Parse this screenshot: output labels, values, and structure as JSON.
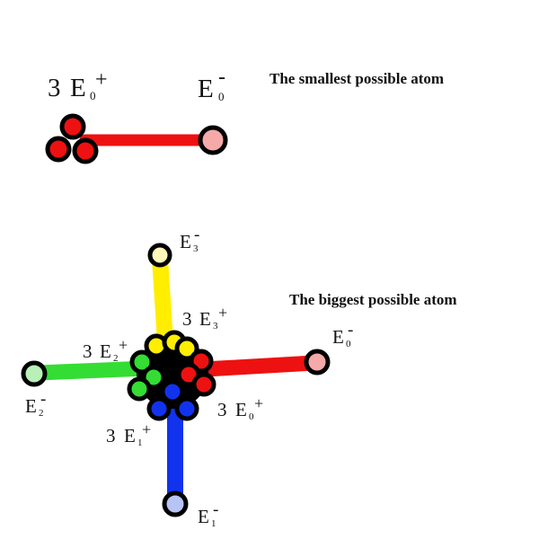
{
  "colors": {
    "red": "#ee1111",
    "pink": "#f5a9a9",
    "yellow": "#ffee00",
    "pale_yellow": "#fff6b8",
    "green": "#33dd33",
    "pale_green": "#b8f0b8",
    "blue": "#1133ee",
    "pale_blue": "#b8c4f5",
    "outline": "#000000"
  },
  "small_atom": {
    "title": "The smallest possible atom",
    "nucleus_label": {
      "coef": "3",
      "base": "E",
      "sub": "0",
      "sup": "+"
    },
    "electron_label": {
      "base": "E",
      "sub": "0",
      "sup": "-"
    }
  },
  "big_atom": {
    "title": "The biggest possible atom",
    "arms": [
      {
        "id": "yellow",
        "nucleus_label": {
          "coef": "3",
          "base": "E",
          "sub": "3",
          "sup": "+"
        },
        "electron_label": {
          "base": "E",
          "sub": "3",
          "sup": "-"
        }
      },
      {
        "id": "green",
        "nucleus_label": {
          "coef": "3",
          "base": "E",
          "sub": "2",
          "sup": "+"
        },
        "electron_label": {
          "base": "E",
          "sub": "2",
          "sup": "-"
        }
      },
      {
        "id": "red",
        "nucleus_label": {
          "coef": "3",
          "base": "E",
          "sub": "0",
          "sup": "+"
        },
        "electron_label": {
          "base": "E",
          "sub": "0",
          "sup": "-"
        }
      },
      {
        "id": "blue",
        "nucleus_label": {
          "coef": "3",
          "base": "E",
          "sub": "1",
          "sup": "+"
        },
        "electron_label": {
          "base": "E",
          "sub": "1",
          "sup": "-"
        }
      }
    ]
  }
}
